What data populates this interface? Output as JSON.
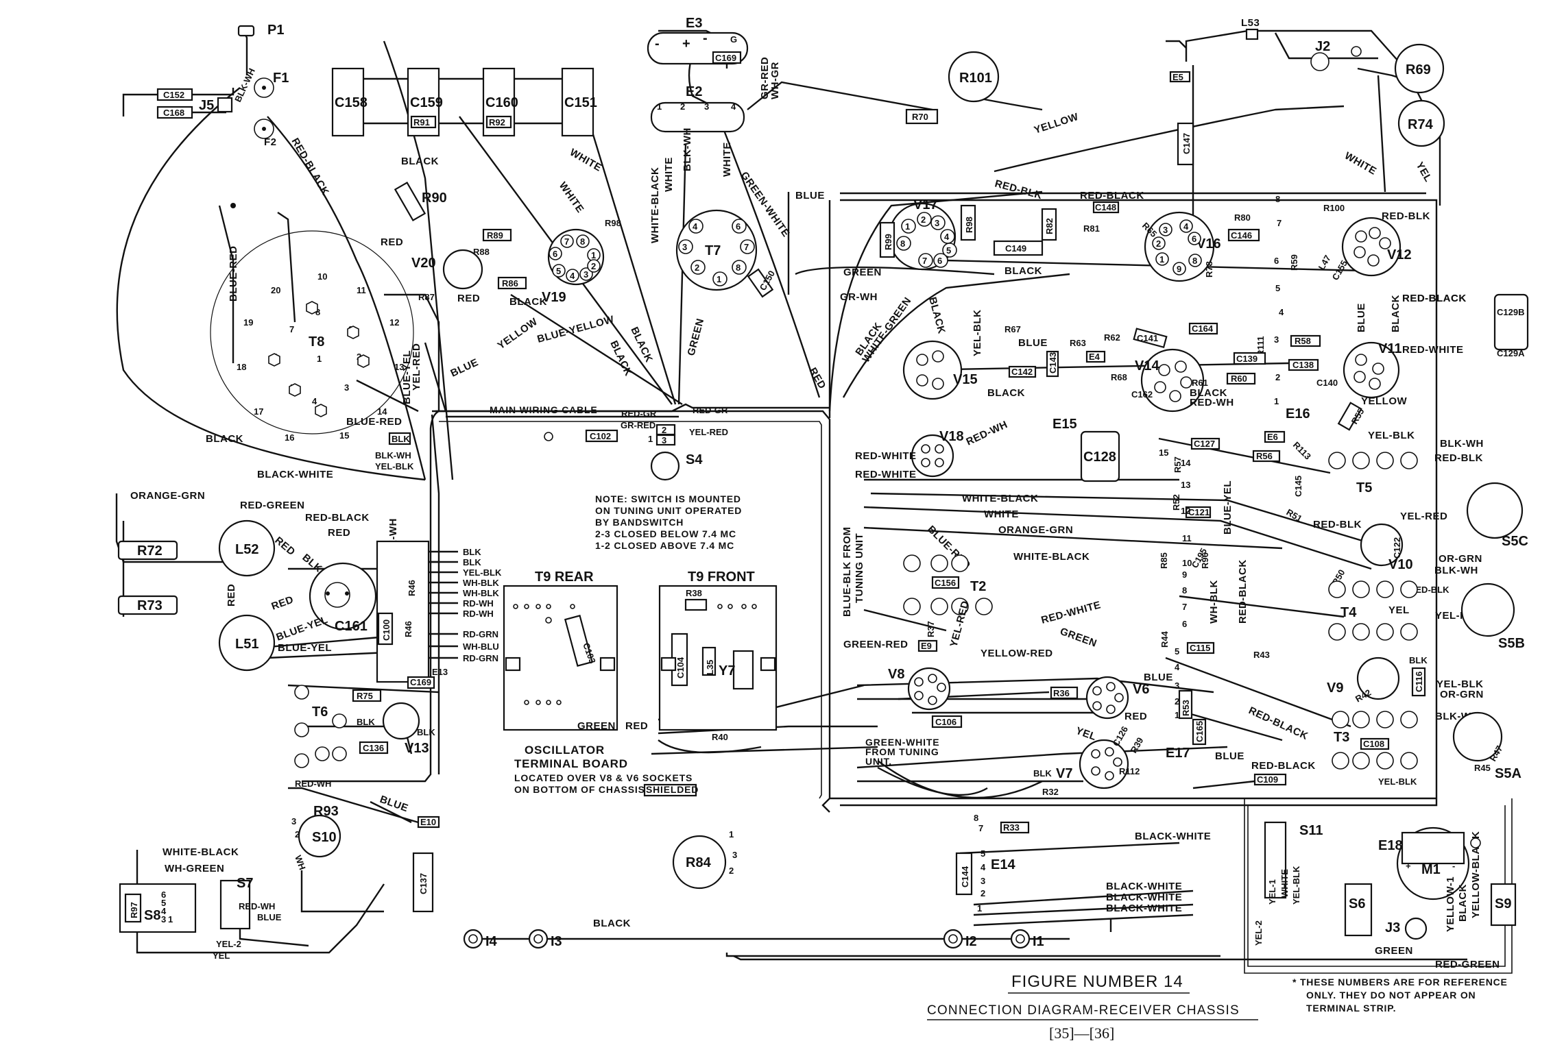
{
  "figure": {
    "title": "FIGURE NUMBER 14",
    "subtitle": "CONNECTION DIAGRAM-RECEIVER CHASSIS",
    "page_numbers": "[35]—[36]"
  },
  "notes": {
    "switch_note": [
      "NOTE: SWITCH IS MOUNTED",
      "ON TUNING UNIT OPERATED",
      "BY BANDSWITCH",
      "2-3 CLOSED BELOW 7.4 MC",
      "1-2 CLOSED ABOVE 7.4 MC"
    ],
    "oscillator_board": {
      "title_1": "OSCILLATOR",
      "title_2": "TERMINAL BOARD",
      "line_1": "LOCATED OVER V8 & V6 SOCKETS",
      "line_2": "ON BOTTOM OF CHASSIS.",
      "shielded": "SHIELDED"
    },
    "reference_note": [
      "* THESE NUMBERS ARE FOR REFERENCE",
      "ONLY. THEY DO NOT APPEAR ON",
      "TERMINAL STRIP."
    ],
    "main_cable": "MAIN WIRING CABLE",
    "blue_blk_tuning": "BLUE-BLK FROM TUNING UNIT",
    "green_white_tuning": [
      "GREEN-WHITE",
      "FROM TUNING",
      "UNIT."
    ]
  },
  "tubes": [
    "V6",
    "V7",
    "V8",
    "V9",
    "V10",
    "V11",
    "V12",
    "V13",
    "V14",
    "V15",
    "V16",
    "V17",
    "V18",
    "V19",
    "V20"
  ],
  "transformers": [
    "T2",
    "T3",
    "T4",
    "T5",
    "T6",
    "T7",
    "T8"
  ],
  "switches": [
    "S4",
    "S5A",
    "S5B",
    "S5C",
    "S6",
    "S7",
    "S8",
    "S9",
    "S10",
    "S11"
  ],
  "capacitors": [
    "C100",
    "C102",
    "C103",
    "C104",
    "C106",
    "C108",
    "C109",
    "C115",
    "C116",
    "C121",
    "C122",
    "C127",
    "C128",
    "C129A",
    "C129B",
    "C136",
    "C137",
    "C138",
    "C139",
    "C140",
    "C141",
    "C142",
    "C143",
    "C144",
    "C145",
    "C146",
    "C147",
    "C148",
    "C149",
    "C150",
    "C151",
    "C152",
    "C155",
    "C156",
    "C158",
    "C159",
    "C160",
    "C161",
    "C162",
    "C164",
    "C165",
    "C168",
    "C169"
  ],
  "resistors": [
    "R32",
    "R33",
    "R36",
    "R37",
    "R38",
    "R39",
    "R40",
    "R43",
    "R44",
    "R45",
    "R46",
    "R47",
    "R50",
    "R51",
    "R52",
    "R53",
    "R55",
    "R56",
    "R58",
    "R59",
    "R60",
    "R61",
    "R62",
    "R63",
    "R65",
    "R67",
    "R68",
    "R69",
    "R70",
    "R72",
    "R73",
    "R74",
    "R75",
    "R78",
    "R80",
    "R81",
    "R82",
    "R84",
    "R85",
    "R86",
    "R87",
    "R88",
    "R89",
    "R90",
    "R91",
    "R92",
    "R93",
    "R96",
    "R97",
    "R98",
    "R99",
    "R100",
    "R101",
    "R111",
    "R112",
    "R113"
  ],
  "misc_parts": [
    "P1",
    "F1",
    "F2",
    "J2",
    "J3",
    "J5",
    "L35",
    "L47",
    "L51",
    "L52",
    "L53",
    "M1",
    "Y7",
    "I1",
    "I2",
    "I3",
    "I4",
    "E3",
    "E2",
    "E4",
    "E5",
    "E6",
    "E9",
    "E10",
    "E13",
    "E14",
    "E15",
    "E16",
    "E17",
    "E18",
    "T9 REAR",
    "T9 FRONT"
  ],
  "wire_colors": [
    "BLACK",
    "RED",
    "WHITE",
    "YELLOW",
    "GREEN",
    "BLUE",
    "RED-BLACK",
    "BLACK-WHITE",
    "WHITE-BLACK",
    "BLUE-YELLOW",
    "BLUE-YEL",
    "BLUE-RED",
    "RED-GREEN",
    "ORANGE-GRN",
    "RED-WHITE",
    "YEL-BLK",
    "YEL-RED",
    "GR-WH",
    "GREEN-WHITE",
    "WHITE-GREEN",
    "YELLOW-RED",
    "GREEN-RED",
    "RED-WH",
    "BLK-WH",
    "WH-GREEN",
    "YEL-2",
    "YEL",
    "BLK-WHITE",
    "WHITE-BLACK",
    "YELLOW-BLACK",
    "YELLOW-1",
    "WH-BLK",
    "BLUE-BLK"
  ],
  "labels": {
    "p1": "P1",
    "f1": "F1",
    "f2": "F2",
    "j5": "J5",
    "c152": "C152",
    "c168": "C168",
    "blk_wh": "BLK-WH",
    "c158": "C158",
    "c159": "C159",
    "c160": "C160",
    "c151": "C151",
    "r91": "R91",
    "r92": "R92",
    "red_black_1": "RED-BLACK",
    "black_1": "BLACK",
    "r90": "R90",
    "white_1": "WHITE",
    "white_2": "WHITE",
    "e3": "E3",
    "c169": "C169",
    "g": "G",
    "e2": "E2",
    "gr_red": "GR-RED",
    "wh_gr": "WH-GR",
    "white_black_1": "WHITE-BLACK",
    "white_3": "WHITE",
    "blk_wh_2": "BLK-WH",
    "white_4": "WHITE",
    "green_white": "GREEN-WHITE",
    "t7": "T7",
    "c150": "C150",
    "green_1": "GREEN",
    "r101": "R101",
    "r70": "R70",
    "yellow_1": "YELLOW",
    "j2": "J2",
    "l53": "L53",
    "r69": "R69",
    "r74": "R74",
    "e5": "E5",
    "c147": "C147",
    "white_5": "WHITE",
    "yel_1": "YEL",
    "red_blk_1": "RED-BLK",
    "blue_1": "BLUE",
    "v17": "V17",
    "r99": "R99",
    "r98": "R98",
    "c149": "C149",
    "green_2": "GREEN",
    "gr_wh": "GR-WH",
    "black_2": "BLACK",
    "red_black_2": "RED-BLACK",
    "c148": "C148",
    "r82": "R82",
    "r81": "R81",
    "r65": "R65",
    "v16": "V16",
    "r78": "R78",
    "c146": "C146",
    "r80": "R80",
    "r100": "R100",
    "red_blk_2": "RED-BLK",
    "v12": "V12",
    "l47": "L47",
    "c155": "C155",
    "r59": "R59",
    "red_black_3": "RED-BLACK",
    "c129b": "C129B",
    "blue_2": "BLUE",
    "black_3": "BLACK",
    "red_white_1": "RED-WHITE",
    "c129a": "C129A",
    "v11": "V11",
    "r58": "R58",
    "c138": "C138",
    "c140": "C140",
    "yellow_2": "YELLOW",
    "r111": "R111",
    "c164": "C164",
    "c139": "C139",
    "r60": "R60",
    "r61": "R61",
    "black_4": "BLACK",
    "red_wh_1": "RED-WH",
    "c162": "C162",
    "r68": "R68",
    "v14": "V14",
    "r62": "R62",
    "c141": "C141",
    "r67": "R67",
    "blue_3": "BLUE",
    "c142": "C142",
    "c143": "C143",
    "r63": "R63",
    "e4": "E4",
    "v15": "V15",
    "yel_blk_1": "YEL-BLK",
    "black_5": "BLACK",
    "black_6": "BLACK",
    "white_green": "WHITE-GREEN",
    "black_7": "BLACK",
    "e15": "E15",
    "e16": "E16",
    "red_1": "RED",
    "v20": "V20",
    "r89": "R89",
    "r88": "R88",
    "r86": "R86",
    "r87": "R87",
    "red_2": "RED",
    "red_3": "RED",
    "black_8": "BLACK",
    "v19": "V19",
    "r98b": "R98",
    "black_9": "BLACK",
    "black_10": "BLACK",
    "blue_yellow": "BLUE-YELLOW",
    "yellow_3": "YELLOW",
    "blue_4": "BLUE",
    "green_3": "GREEN",
    "t8": "T8",
    "blue_red": "BLUE-RED",
    "blue_red_2": "BLUE-RED",
    "black_11": "BLACK",
    "blk": "BLK",
    "blk_wh_3": "BLK-WH",
    "yel_blk_2": "YEL-BLK",
    "black_white_1": "BLACK-WHITE",
    "blue_yel_1": "BLUE-YEL",
    "red_gr": "RED-GR",
    "gr_red_2": "GR-RED",
    "red_gr_2": "RED-GR",
    "yel_red": "YEL-RED",
    "c102": "C102",
    "s4": "S4",
    "orange_grn_1": "ORANGE-GRN",
    "red_green_1": "RED-GREEN",
    "red_black_4": "RED-BLACK",
    "red_4": "RED",
    "r72": "R72",
    "r73": "R73",
    "l52": "L52",
    "red_5": "RED",
    "blk_2": "BLK",
    "blk_wh_4": "BLK-WH",
    "red_6": "RED",
    "c161": "C161",
    "red_7": "RED",
    "l51": "L51",
    "blue_yel_2": "BLUE-YEL",
    "blue_yel_3": "BLUE-YEL",
    "c100": "C100",
    "r46": "R46",
    "r16": "R46",
    "c165": "C169",
    "e13": "E13",
    "term_list": [
      "BLK",
      "BLK",
      "YEL-BLK",
      "WH-BLK",
      "WH-BLK",
      "RD-WH",
      "RD-WH",
      "RD-GRN",
      "WH-BLU",
      "RD-GRN"
    ],
    "t9_rear": "T9 REAR",
    "t9_front": "T9 FRONT",
    "c103": "C103",
    "r38": "R38",
    "c104": "C104",
    "l35": "L35",
    "y7": "Y7",
    "r40": "R40",
    "green_4": "GREEN",
    "red_8": "RED",
    "r75": "R75",
    "t6": "T6",
    "blk_3": "BLK",
    "blk_4": "BLK",
    "c136": "C136",
    "v13": "V13",
    "red_wh_2": "RED-WH",
    "r93": "R93",
    "s10": "S10",
    "wh_1": "WH",
    "blue_5": "BLUE",
    "e10": "E10",
    "c137": "C137",
    "white_black_2": "WHITE-BLACK",
    "wh_green": "WH-GREEN",
    "s7": "S7",
    "r97": "R97",
    "s8": "S8",
    "red_wh_3": "RED-WH",
    "blue_6": "BLUE",
    "yel_2": "YEL-2",
    "yel": "YEL",
    "black_12": "BLACK",
    "i4": "I4",
    "i3": "I3",
    "r84": "R84",
    "i2": "I2",
    "i1": "I1",
    "v18": "V18",
    "red_wh_4": "RED-WH",
    "red_white_2": "RED-WHITE",
    "red_white_3": "RED-WHITE",
    "c128": "C128",
    "c127": "C127",
    "r57": "R57",
    "r52": "R52",
    "c121": "C121",
    "blue_yel_4": "BLUE-YEL",
    "white_black_3": "WHITE-BLACK",
    "white_6": "WHITE",
    "orange_grn_2": "ORANGE-GRN",
    "white_black_4": "WHITE-BLACK",
    "blue_blk": "BLUE-BLK FROM TUNING UNIT",
    "blue_red_3": "BLUE-RED",
    "c156": "C156",
    "t2": "T2",
    "r37": "R37",
    "green_red": "GREEN-RED",
    "e9": "E9",
    "yel_red_2": "YEL-RED",
    "red_white_4": "RED-WHITE",
    "green_5": "GREEN",
    "yellow_red": "YELLOW-RED",
    "r85": "R85",
    "c195": "C195",
    "r96": "R96",
    "wh_blk": "WH-BLK",
    "red_black_5": "RED-BLACK",
    "r44": "R44",
    "c115": "C115",
    "v8": "V8",
    "r36": "R36",
    "v6": "V6",
    "c106": "C106",
    "blue_7": "BLUE",
    "r53": "R53",
    "r43": "R43",
    "red_black_6": "RED-BLACK",
    "red_9": "RED",
    "yel_3": "YEL",
    "c165b": "C165",
    "e17": "E17",
    "blue_8": "BLUE",
    "v7": "V7",
    "r39": "R39",
    "c126": "C126",
    "r112": "R112",
    "r32": "R32",
    "blk_5": "BLK",
    "red_black_7": "RED-BLACK",
    "c109": "C109",
    "t3": "T3",
    "c108": "C108",
    "yel_blk_3": "YEL-BLK",
    "r33": "R33",
    "black_white_2": "BLACK-WHITE",
    "c144": "C144",
    "e14": "E14",
    "black_white_3": "BLACK-WHITE",
    "black_white_4": "BLACK-WHITE",
    "black_white_5": "BLACK-WHITE",
    "e6": "E6",
    "r56": "R56",
    "r113": "R113",
    "c145": "C145",
    "r55": "R55",
    "yel_blk_4": "YEL-BLK",
    "blk_wh_5": "BLK-WH",
    "red_blk_3": "RED-BLK",
    "t5": "T5",
    "r51": "R51",
    "red_blk_4": "RED-BLK",
    "yel_red_3": "YEL-RED",
    "s5c": "S5C",
    "c122": "C122",
    "or_grn": "OR-GRN",
    "v10": "V10",
    "blk_wh_6": "BLK-WH",
    "r50": "R50",
    "red_blk_5": "RED-BLK",
    "t4": "T4",
    "yel_4": "YEL",
    "yel_red_4": "YEL-RED",
    "s5b": "S5B",
    "c116": "C116",
    "blk_6": "BLK",
    "v9": "V9",
    "r42": "R42",
    "yel_blk_5": "YEL-BLK",
    "or_grn_2": "OR-GRN",
    "blk_wh_7": "BLK-WH",
    "s5a": "S5A",
    "r45": "R45",
    "r47": "R47",
    "s11": "S11",
    "e18": "E18",
    "m1": "M1",
    "s6": "S6",
    "j3": "J3",
    "s9": "S9",
    "green_6": "GREEN",
    "red_green_2": "RED-GREEN",
    "yellow_1b": "YELLOW-1",
    "black_13": "BLACK",
    "yellow_black": "YELLOW-BLACK",
    "yel_blk_6": "YEL-BLK",
    "white_7": "WHITE",
    "yel_1b": "YEL-1",
    "yel_2b": "YEL-2",
    "mplus": "+",
    "mminus": "-"
  }
}
